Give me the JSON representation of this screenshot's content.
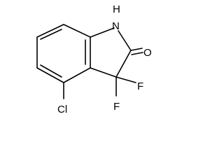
{
  "molecule": {
    "atoms": {
      "nh": "H\nN",
      "nh_h": "H",
      "nh_n": "N",
      "o": "O",
      "f1": "F",
      "f2": "F",
      "cl": "Cl"
    },
    "colors": {
      "bond": "#000000",
      "label": "#000000",
      "background": "#ffffff"
    }
  }
}
